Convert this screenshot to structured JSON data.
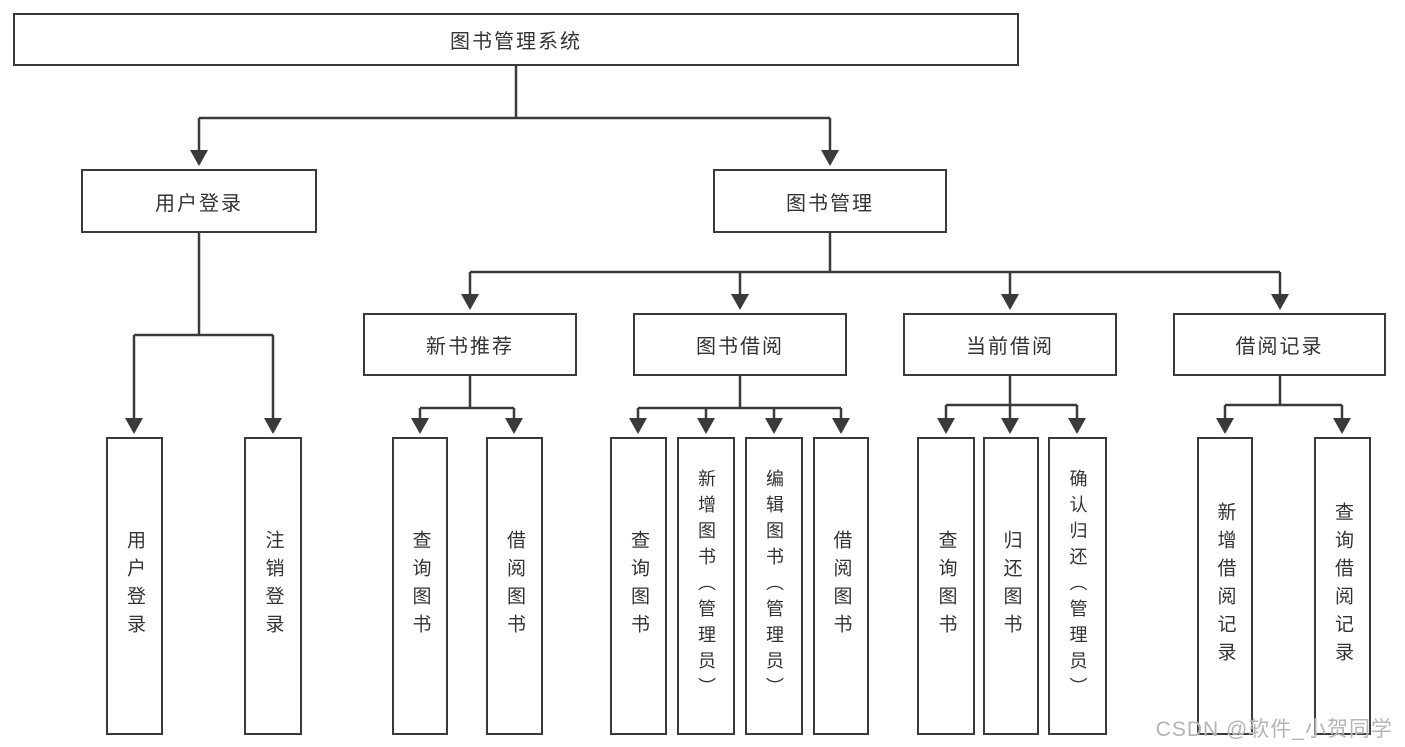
{
  "root": {
    "label": "图书管理系统"
  },
  "branches": {
    "user_login": {
      "label": "用户登录",
      "children": [
        "用户登录",
        "注销登录"
      ]
    },
    "book_mgmt": {
      "label": "图书管理"
    },
    "new_books": {
      "label": "新书推荐",
      "children": [
        "查询图书",
        "借阅图书"
      ]
    },
    "borrow": {
      "label": "图书借阅",
      "children": [
        "查询图书",
        "新增图书（管理员）",
        "编辑图书（管理员）",
        "借阅图书"
      ]
    },
    "current": {
      "label": "当前借阅",
      "children": [
        "查询图书",
        "归还图书",
        "确认归还（管理员）"
      ]
    },
    "records": {
      "label": "借阅记录",
      "children": [
        "新增借阅记录",
        "查询借阅记录"
      ]
    }
  },
  "watermark": "CSDN @软件_小贺同学",
  "colors": {
    "line": "#3a3a3a",
    "box_border": "#3a3a3a",
    "box_fill": "#ffffff",
    "text": "#333333",
    "watermark": "#b4b4b4"
  }
}
